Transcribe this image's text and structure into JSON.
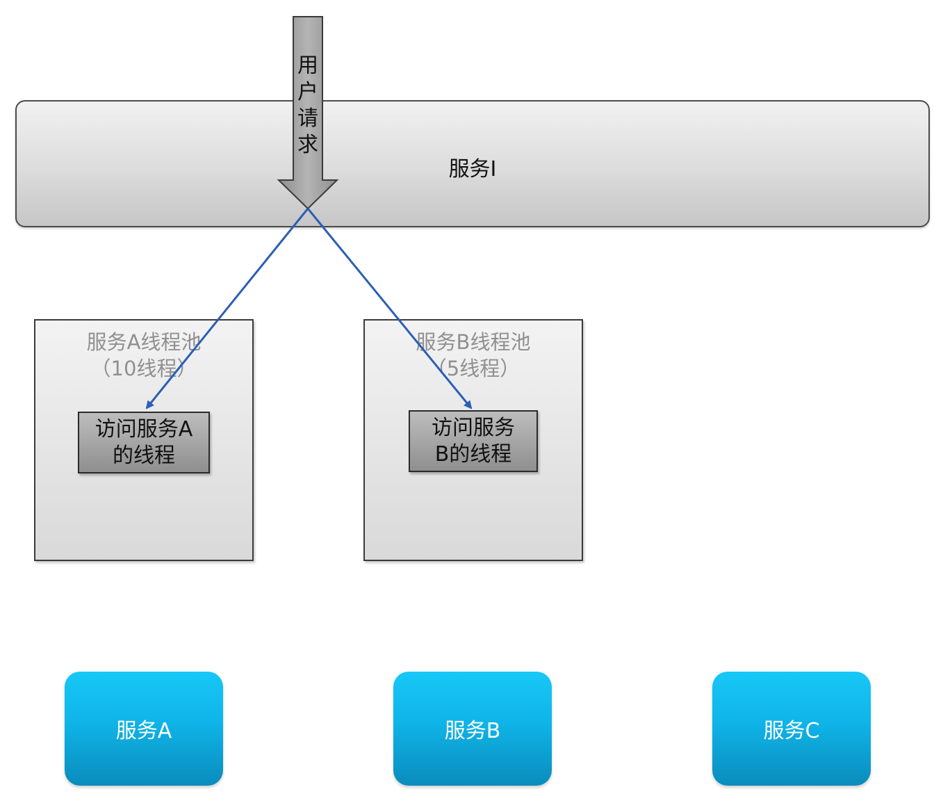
{
  "service_i": {
    "label": "服务I"
  },
  "user_request": {
    "chars": [
      "用",
      "户",
      "请",
      "求"
    ]
  },
  "pool_a": {
    "title_line1": "服务A线程池",
    "title_line2": "（10线程）",
    "thread_line1": "访问服务A",
    "thread_line2": "的线程"
  },
  "pool_b": {
    "title_line1": "服务B线程池",
    "title_line2": "（5线程）",
    "thread_line1": "访问服务",
    "thread_line2": "B的线程"
  },
  "services": {
    "a": "服务A",
    "b": "服务B",
    "c": "服务C"
  },
  "colors": {
    "connector_line": "#2b5fb4",
    "service_box": "#0fb4e8",
    "request_arrow": "#a9a9a9"
  }
}
